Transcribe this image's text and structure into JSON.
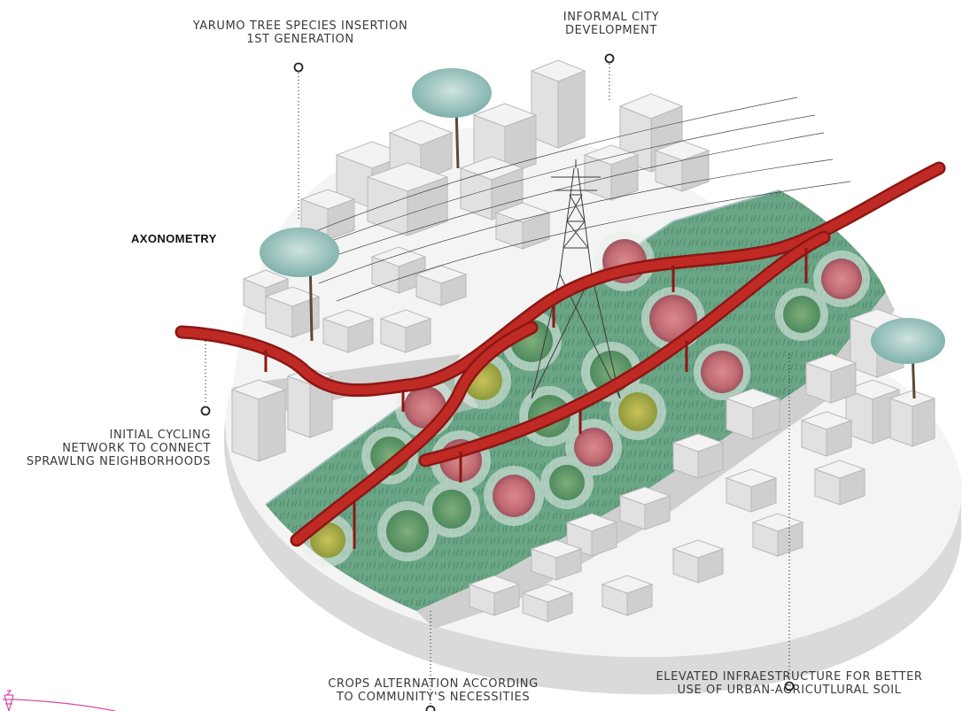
{
  "title": "AXONOMETRY",
  "labels": {
    "yarumo": {
      "line1": "YARUMO TREE SPECIES INSERTION",
      "line2": "1ST GENERATION"
    },
    "informal": {
      "line1": "INFORMAL CITY",
      "line2": "DEVELOPMENT"
    },
    "cycling": {
      "line1": "INITIAL CYCLING",
      "line2": "NETWORK TO CONNECT",
      "line3": "SPRAWLNG NEIGHBORHOODS"
    },
    "crops": {
      "line1": "CROPS ALTERNATION ACCORDING",
      "line2": "TO COMMUNITY'S NECESSITIES"
    },
    "elevated": {
      "line1": "ELEVATED INFRAESTRUCTURE FOR BETTER",
      "line2": "USE OF URBAN-AGRICUTLURAL SOIL"
    }
  },
  "colors": {
    "park": "#5f9f7c",
    "bridge": "#b3231f",
    "building": "#f2f2f2",
    "building_shade": "#d4d4d4",
    "tree": "#9fc8c3",
    "crop_red": "#c8707a",
    "crop_yellow": "#b9b44a",
    "base": "#d9d9d9"
  }
}
